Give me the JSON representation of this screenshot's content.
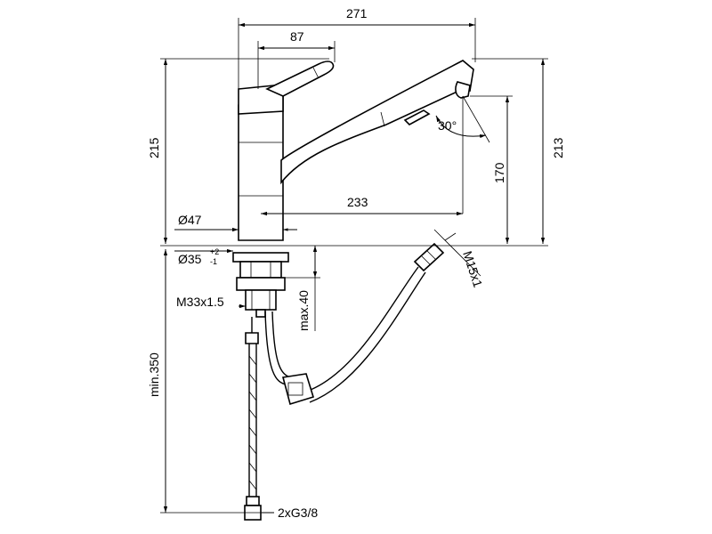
{
  "dimensions": {
    "overall_width": "271",
    "handle_offset": "87",
    "body_height": "215",
    "spout_height": "213",
    "outlet_height": "170",
    "spout_reach": "233",
    "base_diameter": "Ø47",
    "hole_diameter": "Ø35",
    "hole_tol_upper": "+2",
    "hole_tol_lower": "-1",
    "thread": "M33x1.5",
    "max_deck": "max.40",
    "min_hose": "min.350",
    "connection": "2xG3/8",
    "hose_thread": "M15x1",
    "swivel_angle": "30°"
  }
}
